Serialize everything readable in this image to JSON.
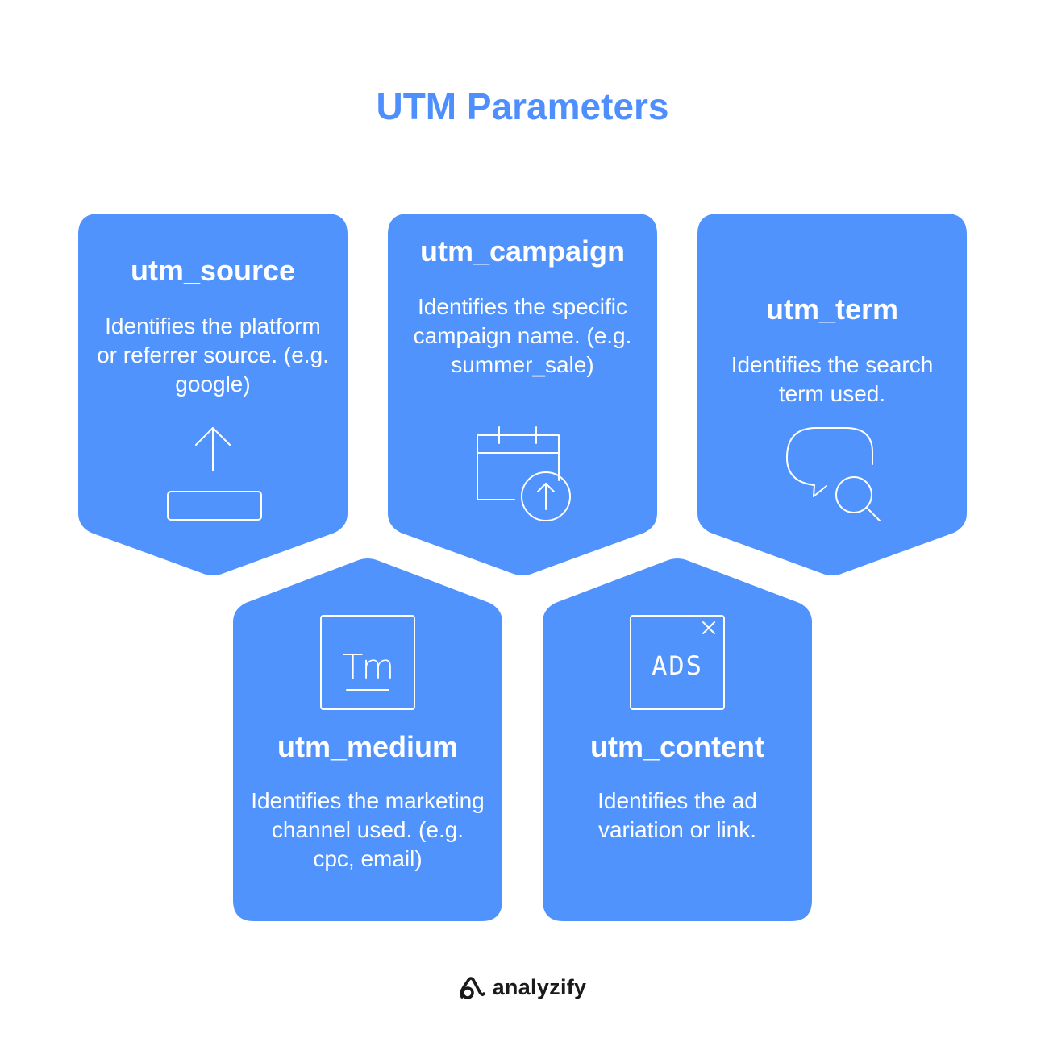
{
  "title": "UTM Parameters",
  "colors": {
    "title": "#4f8ffd",
    "card_fill": "#5093fd",
    "text_on_card": "#ffffff",
    "logo": "#1a1a1a"
  },
  "cards": [
    {
      "name": "utm_source",
      "description": "Identifies the platform or referrer source. (e.g. google)",
      "icon": "upload-icon"
    },
    {
      "name": "utm_campaign",
      "description": "Identifies the specific campaign name. (e.g. summer_sale)",
      "icon": "calendar-upload-icon"
    },
    {
      "name": "utm_term",
      "description": "Identifies the search term used.",
      "icon": "chat-search-icon"
    },
    {
      "name": "utm_medium",
      "description": "Identifies the marketing channel used. (e.g. cpc, email)",
      "icon": "trademark-box-icon",
      "icon_text": "Tm"
    },
    {
      "name": "utm_content",
      "description": "Identifies the ad variation or link.",
      "icon": "ads-box-icon",
      "icon_text": "ADS"
    }
  ],
  "logo": {
    "wordmark": "analyzify",
    "icon": "analyzify-logo-icon"
  }
}
